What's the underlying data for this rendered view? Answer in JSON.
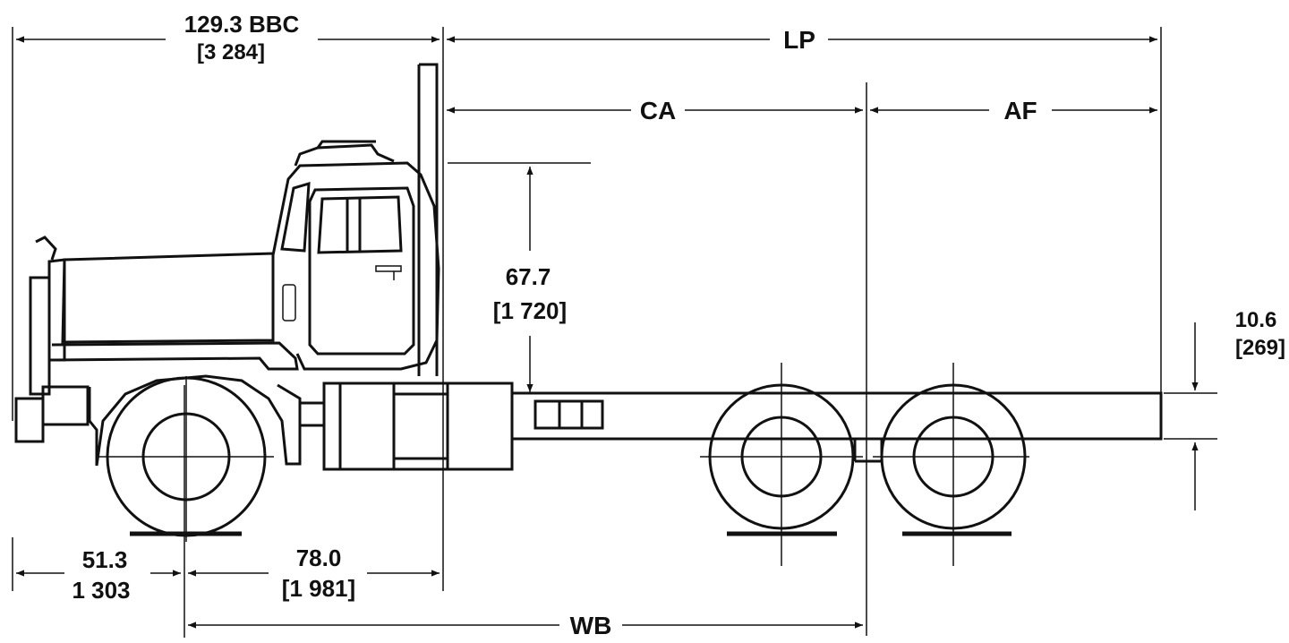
{
  "dimensions": {
    "bbc": {
      "value": "129.3 BBC",
      "metric": "[3 284]"
    },
    "lp": {
      "label": "LP"
    },
    "ca": {
      "label": "CA"
    },
    "af": {
      "label": "AF"
    },
    "cab_height": {
      "value": "67.7",
      "metric": "[1 720]"
    },
    "frame_height": {
      "value": "10.6",
      "metric": "[269]"
    },
    "front_overhang": {
      "value": "51.3",
      "metric": "1 303"
    },
    "axle_to_cab": {
      "value": "78.0",
      "metric": "[1 981]"
    },
    "wb": {
      "label": "WB"
    }
  },
  "colors": {
    "line": "#111111",
    "background": "#ffffff"
  }
}
